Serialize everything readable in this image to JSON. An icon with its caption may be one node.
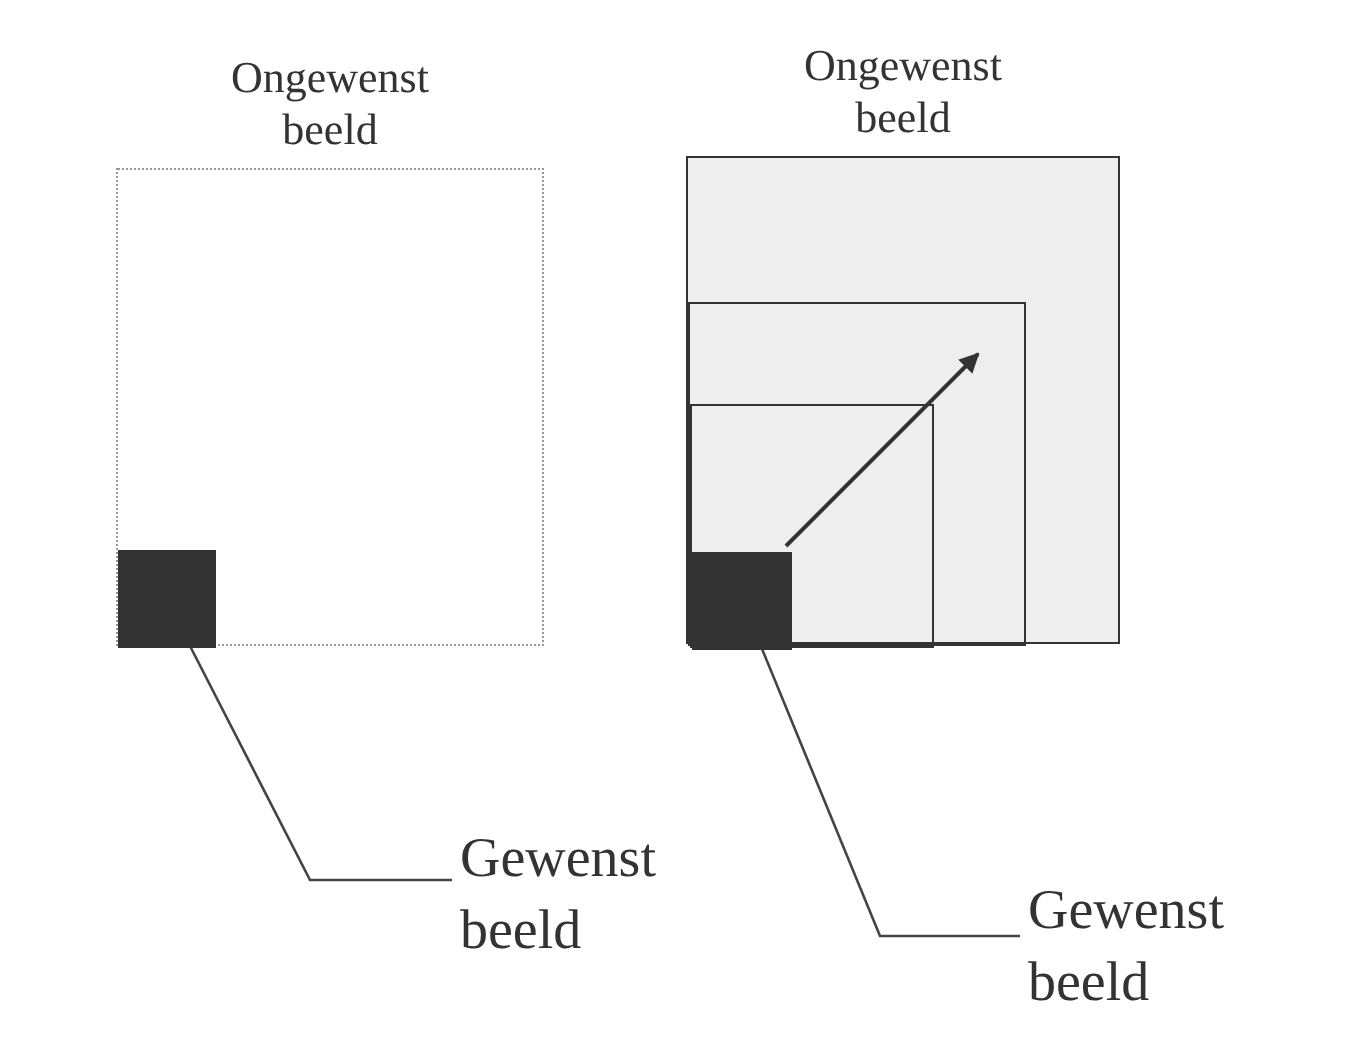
{
  "diagram": {
    "nodes": [
      {
        "text": [
          "Ongewenst beeld"
        ]
      },
      {
        "text": [],
        "shape": "box",
        "in": 0
      },
      {
        "text": [
          "Gewenst beeld"
        ]
      },
      {
        "text": [
          "Ongewenst beeld"
        ]
      },
      {
        "text": [],
        "shape": "box",
        "in": 3
      },
      {
        "text": [],
        "shape": "box",
        "in": 4
      },
      {
        "text": [],
        "shape": "box",
        "in": 5
      },
      {
        "text": [
          "Gewenst beeld"
        ]
      }
    ],
    "edges": [
      {
        "from": 2,
        "to": 1,
        "arrow": "none"
      },
      {
        "from": 7,
        "to": 6,
        "arrow": "none"
      }
    ]
  }
}
